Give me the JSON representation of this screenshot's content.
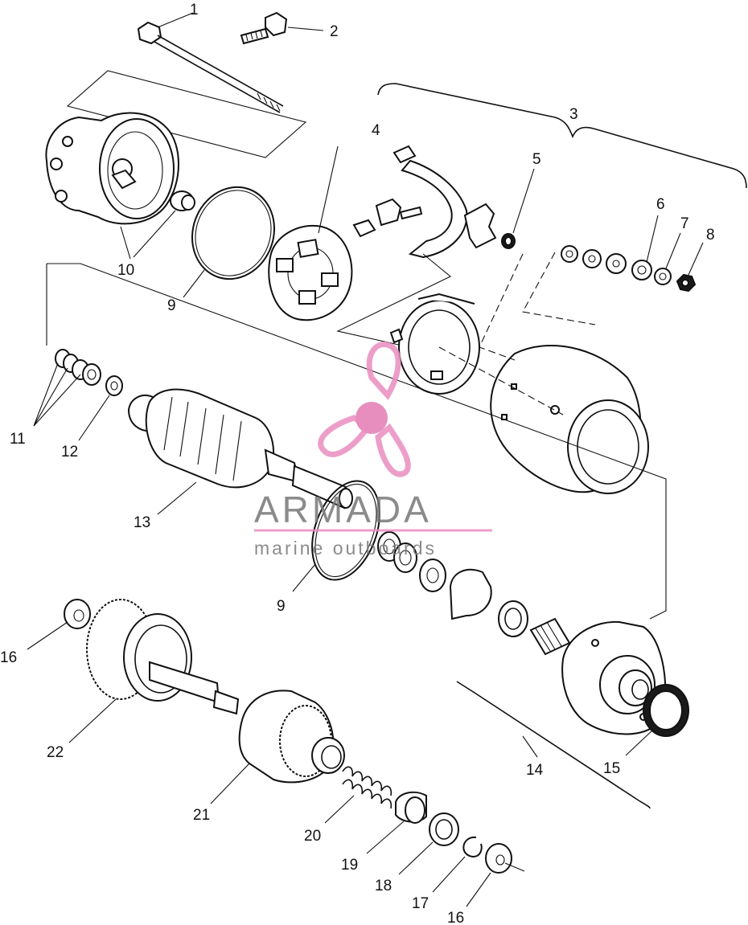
{
  "callouts": [
    "1",
    "2",
    "3",
    "4",
    "5",
    "6",
    "7",
    "8",
    "9",
    "10",
    "11",
    "12",
    "13",
    "9",
    "14",
    "15",
    "16",
    "22",
    "21",
    "20",
    "19",
    "18",
    "17",
    "16"
  ],
  "watermark": {
    "brand": "ARMADA",
    "tagline": "marine outboards",
    "colors": {
      "logo": "#e98ec0",
      "logo_core": "#e37bb4",
      "text": "#777777",
      "rule": "#e98ec0"
    }
  }
}
